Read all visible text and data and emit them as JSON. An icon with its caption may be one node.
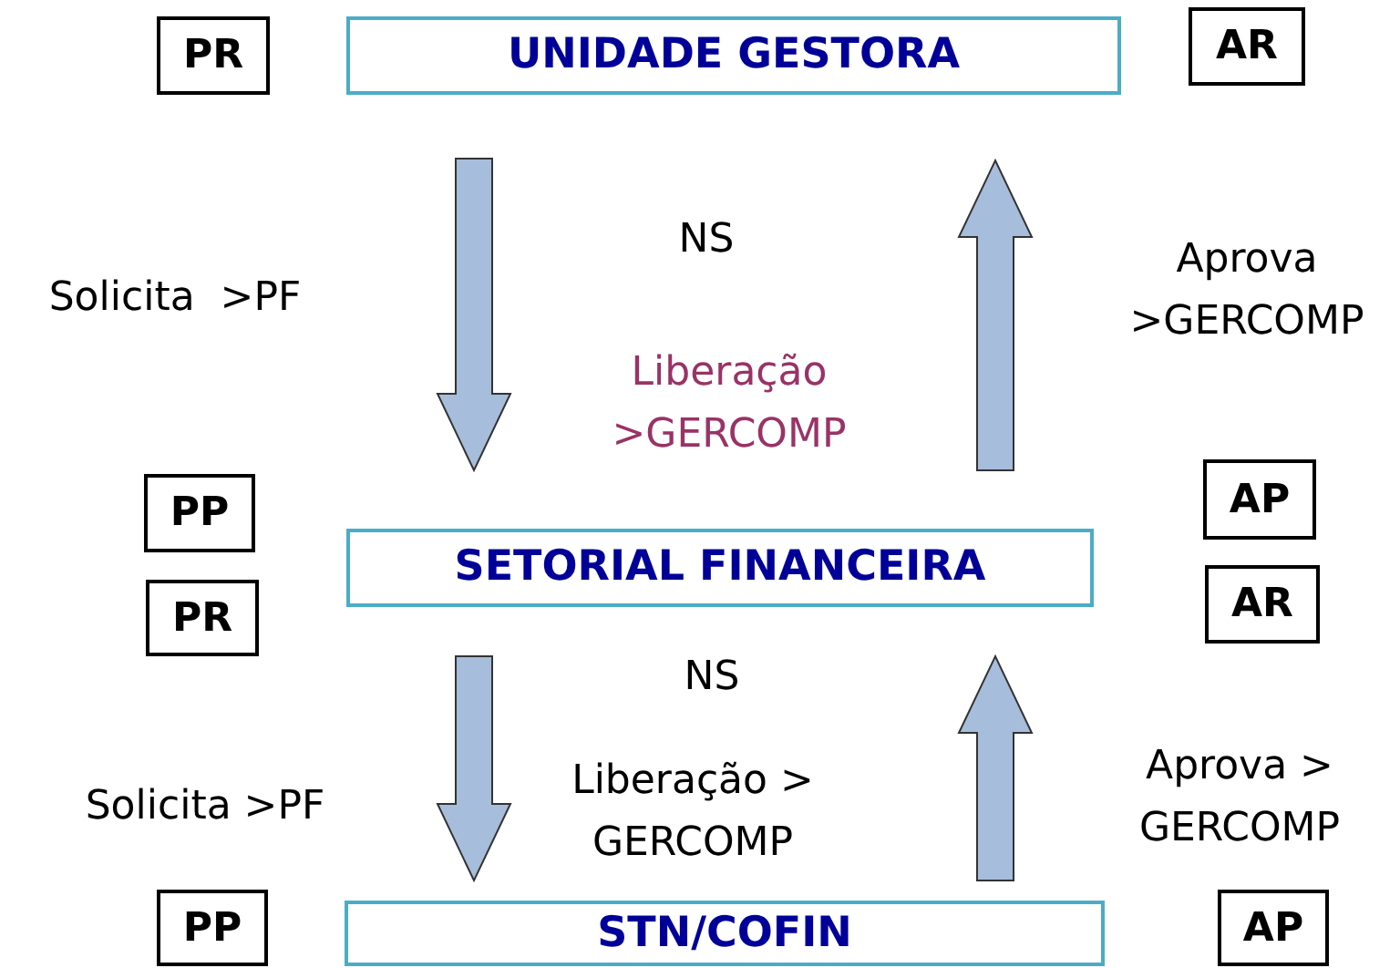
{
  "diagram": {
    "nodes": [
      {
        "text": [
          "UNIDADE GESTORA"
        ]
      },
      {
        "text": [
          "SETORIAL FINANCEIRA"
        ]
      },
      {
        "text": [
          "STN/COFIN"
        ]
      },
      {
        "text": [
          "PR"
        ]
      },
      {
        "text": [
          "AR"
        ]
      },
      {
        "text": [
          "PP"
        ]
      },
      {
        "text": [
          "PR"
        ]
      },
      {
        "text": [
          "AP"
        ]
      },
      {
        "text": [
          "AR"
        ]
      },
      {
        "text": [
          "PP"
        ]
      },
      {
        "text": [
          "AP"
        ]
      }
    ],
    "edges": [
      {
        "from": 0,
        "to": 1,
        "arrow": "to"
      },
      {
        "from": 1,
        "to": 0,
        "arrow": "to"
      },
      {
        "from": 1,
        "to": 2,
        "arrow": "to"
      },
      {
        "from": 2,
        "to": 1,
        "arrow": "to"
      }
    ],
    "labels": [
      "NS",
      "Solicita  >PF",
      "Aprova >GERCOMP",
      "Liberação >GERCOMP",
      "NS",
      "Aprova > GERCOMP",
      "Solicita >PF",
      "Liberação > GERCOMP"
    ]
  }
}
